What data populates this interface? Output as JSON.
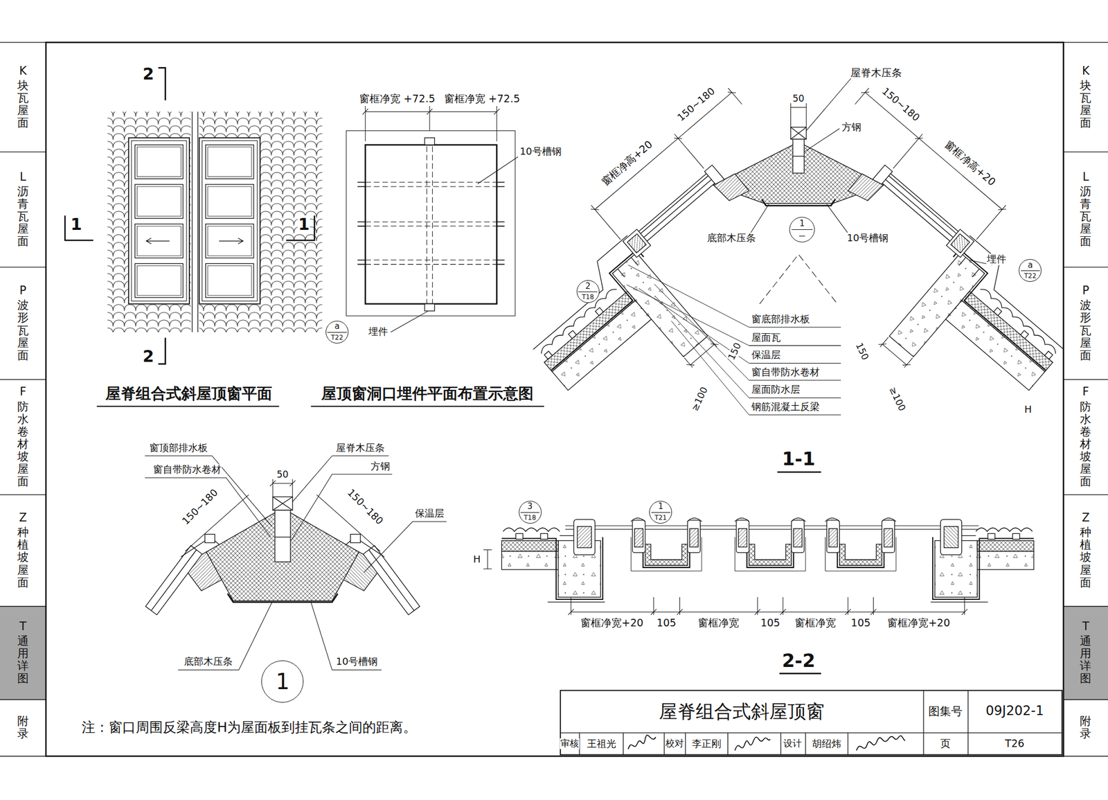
{
  "diagram": {
    "title": "屋脊组合式斜屋顶窗",
    "nodes": [
      {
        "text": [
          "K",
          "块瓦屋面"
        ]
      },
      {
        "text": [
          "L",
          "沥青瓦屋面"
        ]
      },
      {
        "text": [
          "P",
          "波形瓦屋面"
        ]
      },
      {
        "text": [
          "F",
          "防水卷材坡屋面"
        ]
      },
      {
        "text": [
          "Z",
          "种植坡屋面"
        ]
      },
      {
        "text": [
          "T",
          "通用详图"
        ]
      },
      {
        "text": [
          "附录"
        ]
      },
      {
        "text": [
          "K",
          "块瓦屋面"
        ]
      },
      {
        "text": [
          "L",
          "沥青瓦屋面"
        ]
      },
      {
        "text": [
          "P",
          "波形瓦屋面"
        ]
      },
      {
        "text": [
          "F",
          "防水卷材坡屋面"
        ]
      },
      {
        "text": [
          "Z",
          "种植坡屋面"
        ]
      },
      {
        "text": [
          "T",
          "通用详图"
        ]
      },
      {
        "text": [
          "附录"
        ]
      },
      {
        "text": [
          "a",
          "T22"
        ]
      },
      {
        "text": [
          "1",
          "—"
        ]
      },
      {
        "text": [
          "2",
          "T18"
        ]
      },
      {
        "text": [
          "a",
          "T22"
        ]
      },
      {
        "text": [
          "3",
          "T18"
        ]
      },
      {
        "text": [
          "1",
          "T21"
        ]
      },
      {
        "text": [
          "1"
        ]
      }
    ],
    "labels": [
      "2",
      "2",
      "1",
      "1",
      "屋脊组合式斜屋顶窗平面",
      "窗框净宽 +72.5",
      "窗框净宽 +72.5",
      "10号槽钢",
      "埋件",
      "屋顶窗洞口埋件平面布置示意图",
      "屋脊木压条",
      "50",
      "150~180",
      "150~180",
      "方钢",
      "窗框净高+20",
      "窗框净高+20",
      "底部木压条",
      "10号槽钢",
      "埋件",
      "窗底部排水板",
      "屋面瓦",
      "保温层",
      "窗自带防水卷材",
      "屋面防水层",
      "钢筋混凝土反梁",
      "150",
      "≥100",
      "150",
      "≥100",
      "H",
      "1-1",
      "窗顶部排水板",
      "屋脊木压条",
      "窗自带防水卷材",
      "方钢",
      "50",
      "150~180",
      "150~180",
      "保温层",
      "底部木压条",
      "10号槽钢",
      "H",
      "窗框净宽+20",
      "105",
      "窗框净宽",
      "105",
      "窗框净宽",
      "105",
      "窗框净宽+20",
      "2-2",
      "注：窗口周围反梁高度H为屋面板到挂瓦条之间的距离。",
      "图集号",
      "09J202-1",
      "审核",
      "王祖光",
      "校对",
      "李正刚",
      "设计",
      "胡绍炜",
      "页",
      "T26"
    ]
  }
}
